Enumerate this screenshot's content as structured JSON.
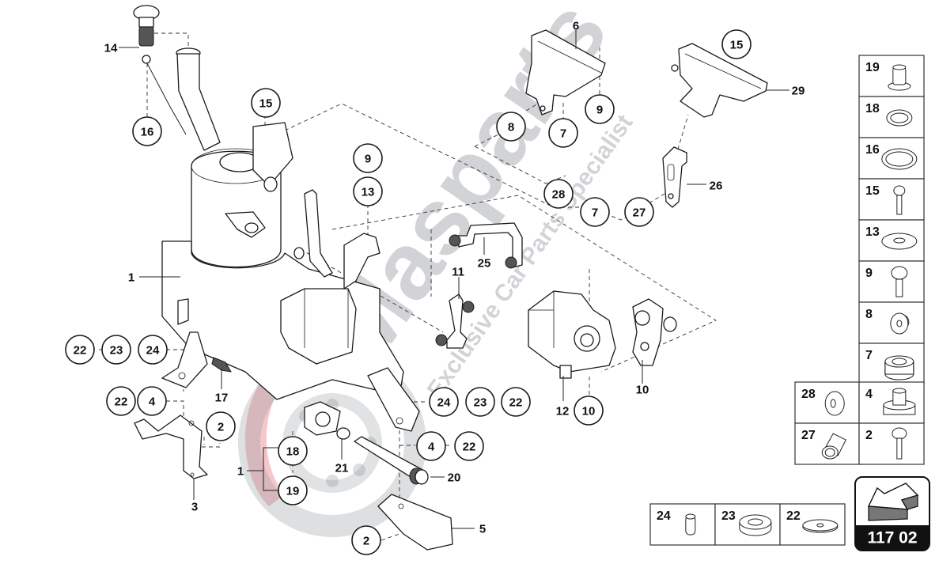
{
  "diagram": {
    "title": "Exploded parts diagram",
    "page_code": "117 02",
    "watermark": {
      "brand": "Masparts",
      "tagline": "Exclusive Car Parts Specialist",
      "colors": {
        "red": "#e5707a",
        "grey": "#8f969c"
      }
    },
    "callouts": [
      {
        "id": "c14",
        "number": "14",
        "style": "plain"
      },
      {
        "id": "c16",
        "number": "16",
        "style": "circle"
      },
      {
        "id": "c15a",
        "number": "15",
        "style": "circle"
      },
      {
        "id": "c1",
        "number": "1",
        "style": "plain"
      },
      {
        "id": "c9a",
        "number": "9",
        "style": "circle"
      },
      {
        "id": "c13",
        "number": "13",
        "style": "circle"
      },
      {
        "id": "c6",
        "number": "6",
        "style": "plain"
      },
      {
        "id": "c9b",
        "number": "9",
        "style": "circle"
      },
      {
        "id": "c8",
        "number": "8",
        "style": "circle"
      },
      {
        "id": "c7a",
        "number": "7",
        "style": "circle"
      },
      {
        "id": "c15b",
        "number": "15",
        "style": "circle"
      },
      {
        "id": "c29",
        "number": "29",
        "style": "plain"
      },
      {
        "id": "c26",
        "number": "26",
        "style": "plain"
      },
      {
        "id": "c28",
        "number": "28",
        "style": "circle"
      },
      {
        "id": "c7b",
        "number": "7",
        "style": "circle"
      },
      {
        "id": "c27",
        "number": "27",
        "style": "circle"
      },
      {
        "id": "c25",
        "number": "25",
        "style": "plain"
      },
      {
        "id": "c11",
        "number": "11",
        "style": "plain"
      },
      {
        "id": "c12",
        "number": "12",
        "style": "plain"
      },
      {
        "id": "c10a",
        "number": "10",
        "style": "circle"
      },
      {
        "id": "c10b",
        "number": "10",
        "style": "plain"
      },
      {
        "id": "c22a",
        "number": "22",
        "style": "circle"
      },
      {
        "id": "c23a",
        "number": "23",
        "style": "circle"
      },
      {
        "id": "c24a",
        "number": "24",
        "style": "circle"
      },
      {
        "id": "c17",
        "number": "17",
        "style": "plain"
      },
      {
        "id": "c22b",
        "number": "22",
        "style": "circle"
      },
      {
        "id": "c4a",
        "number": "4",
        "style": "circle"
      },
      {
        "id": "c2a",
        "number": "2",
        "style": "circle"
      },
      {
        "id": "c3",
        "number": "3",
        "style": "plain"
      },
      {
        "id": "c1b",
        "number": "1",
        "style": "plain"
      },
      {
        "id": "c18",
        "number": "18",
        "style": "circle"
      },
      {
        "id": "c19",
        "number": "19",
        "style": "circle"
      },
      {
        "id": "c21",
        "number": "21",
        "style": "plain"
      },
      {
        "id": "c24b",
        "number": "24",
        "style": "circle"
      },
      {
        "id": "c23b",
        "number": "23",
        "style": "circle"
      },
      {
        "id": "c22c",
        "number": "22",
        "style": "circle"
      },
      {
        "id": "c4b",
        "number": "4",
        "style": "circle"
      },
      {
        "id": "c22d",
        "number": "22",
        "style": "circle"
      },
      {
        "id": "c20",
        "number": "20",
        "style": "plain"
      },
      {
        "id": "c2b",
        "number": "2",
        "style": "circle"
      },
      {
        "id": "c5",
        "number": "5",
        "style": "plain"
      }
    ],
    "legend_column": [
      {
        "number": "19",
        "part": "screw-plug"
      },
      {
        "number": "18",
        "part": "sealing-ring"
      },
      {
        "number": "16",
        "part": "o-ring"
      },
      {
        "number": "15",
        "part": "torx-bolt"
      },
      {
        "number": "13",
        "part": "washer"
      },
      {
        "number": "9",
        "part": "flange-bolt"
      },
      {
        "number": "8",
        "part": "grommet"
      },
      {
        "number": "7",
        "part": "rubber-mount"
      }
    ],
    "legend_grid": [
      {
        "number": "28",
        "part": "spacer-washer"
      },
      {
        "number": "4",
        "part": "bushing"
      },
      {
        "number": "27",
        "part": "sleeve"
      },
      {
        "number": "2",
        "part": "bolt"
      }
    ],
    "legend_row": [
      {
        "number": "24",
        "part": "pin"
      },
      {
        "number": "23",
        "part": "spacer-ring"
      },
      {
        "number": "22",
        "part": "flat-washer"
      }
    ]
  }
}
